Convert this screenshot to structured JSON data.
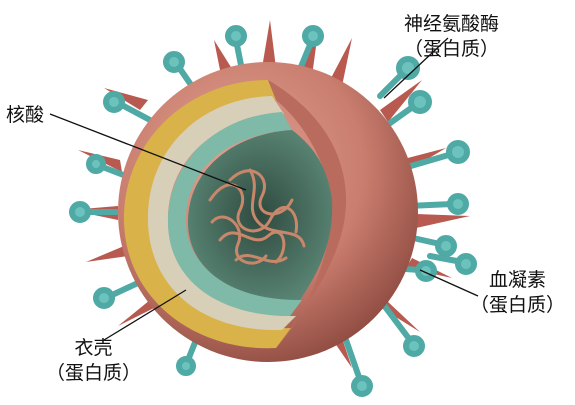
{
  "labels": {
    "neuraminidase": {
      "name": "神经氨酸酶",
      "sub": "（蛋白质）"
    },
    "nucleic_acid": {
      "name": "核酸"
    },
    "hemagglutinin": {
      "name": "血凝素",
      "sub": "（蛋白质）"
    },
    "capsid": {
      "name": "衣壳",
      "sub": "（蛋白质）"
    }
  },
  "colors": {
    "envelope": "#c97d6e",
    "envelope_dark": "#8e4a40",
    "lipid_head": "#d9b24a",
    "lipid_tail": "#bfb49a",
    "capsid": "#7fb9a8",
    "interior": "#3f5a4e",
    "spike_red": "#b85a50",
    "spike_teal": "#4fa9a5",
    "rna": "#c8876a"
  }
}
